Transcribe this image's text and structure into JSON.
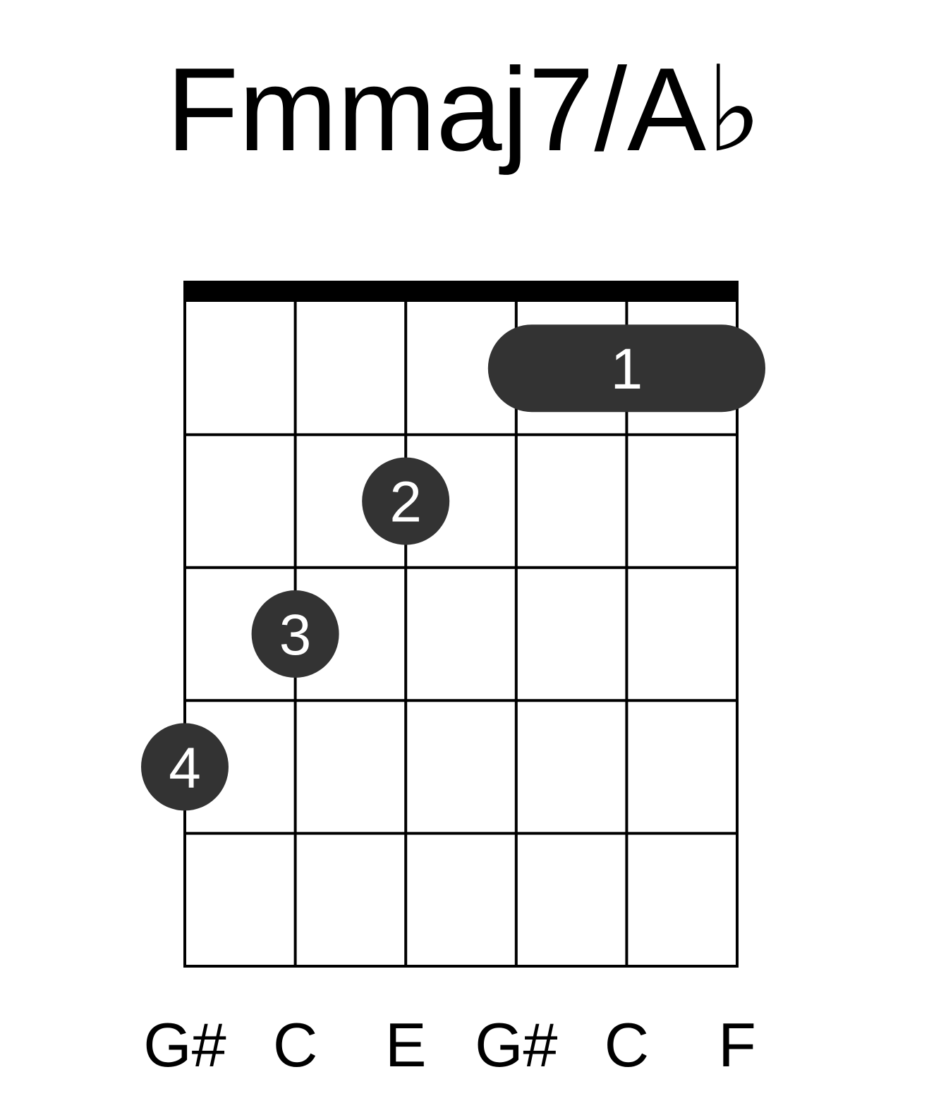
{
  "title": "Fmmaj7/A♭",
  "strings": 6,
  "frets_shown": 5,
  "colors": {
    "background": "#ffffff",
    "grid": "#000000",
    "marker": "#333333",
    "marker_text": "#ffffff"
  },
  "markers": [
    {
      "type": "barre",
      "fret": 1,
      "from_string": 4,
      "to_string": 6,
      "finger": "1"
    },
    {
      "type": "dot",
      "fret": 2,
      "string": 3,
      "finger": "2"
    },
    {
      "type": "dot",
      "fret": 3,
      "string": 2,
      "finger": "3"
    },
    {
      "type": "dot",
      "fret": 4,
      "string": 1,
      "finger": "4"
    }
  ],
  "string_notes": [
    "G#",
    "C",
    "E",
    "G#",
    "C",
    "F"
  ]
}
